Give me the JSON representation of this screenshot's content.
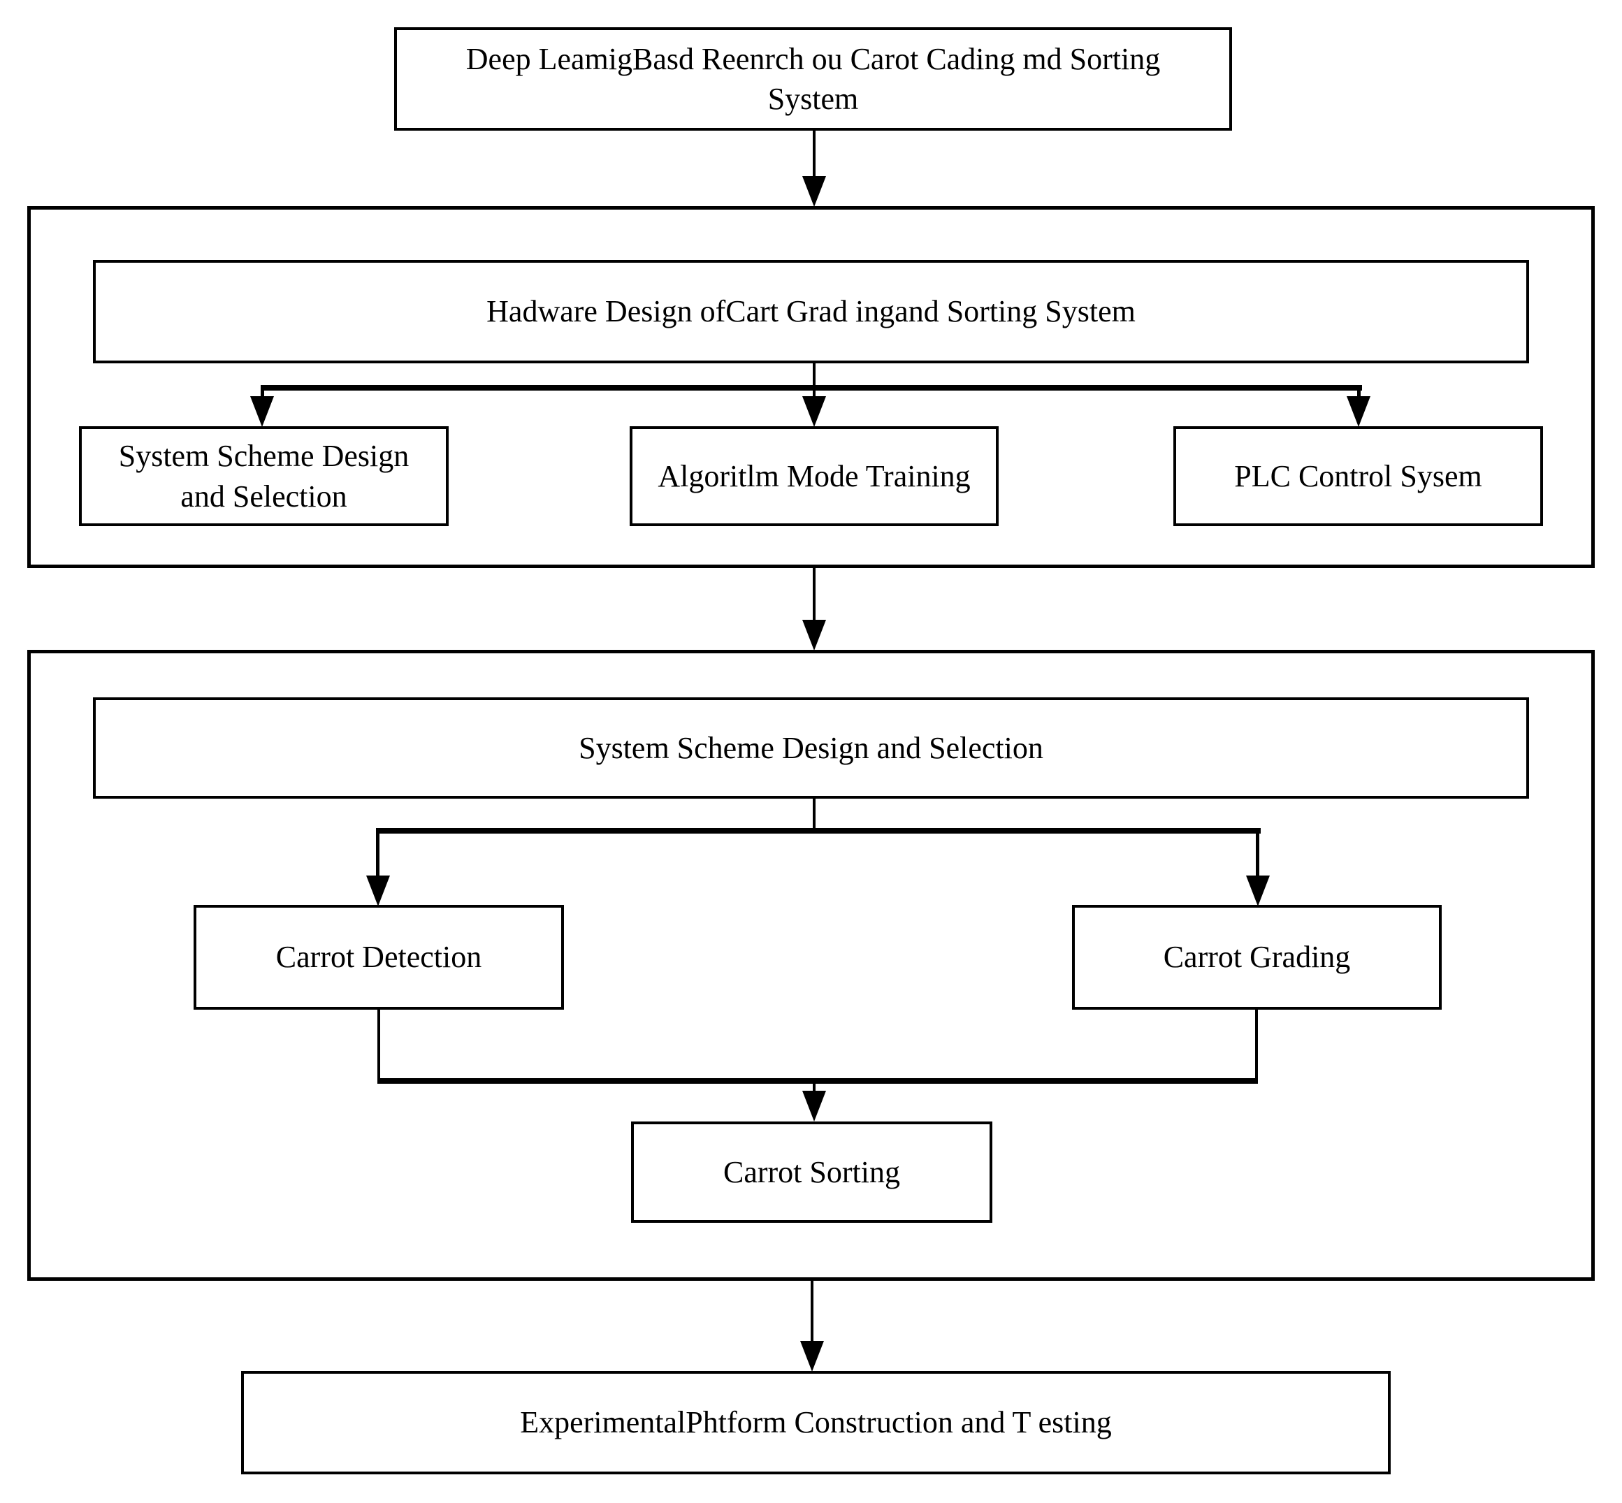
{
  "flow": {
    "title": "Deep LeamigBasd Reenrch ou Carot Cading md Sorting System",
    "hardware_section": {
      "header": "Hadware Design ofCart Grad ingand Sorting System",
      "children": [
        "System Scheme Design and Selection",
        "Algoritlm Mode Training",
        "PLC Control Sysem"
      ]
    },
    "scheme_section": {
      "header": "System Scheme Design and Selection",
      "children": [
        "Carrot Detection",
        "Carrot Grading"
      ],
      "merge": "Carrot Sorting"
    },
    "footer": "ExperimentalPhtform Construction and T esting",
    "colors": {
      "line": "#000000",
      "background": "#ffffff",
      "text": "#000000"
    }
  }
}
